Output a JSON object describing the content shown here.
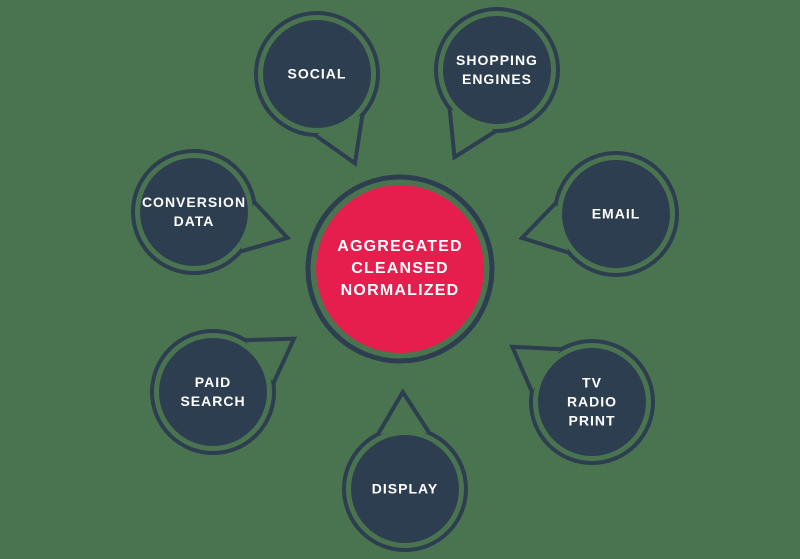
{
  "diagram": {
    "title": "marketing-channel-data-aggregation",
    "colors": {
      "background": "#4A7450",
      "node_fill": "#2D3E50",
      "node_outline": "#2D3E50",
      "center_fill": "#E51E4D",
      "label_text": "#FFFFFF"
    },
    "center": {
      "id": "aggregated-cleansed-normalized",
      "label": "AGGREGATED\nCLEANSED\nNORMALIZED"
    },
    "bubbles": [
      {
        "id": "social",
        "label": "SOCIAL"
      },
      {
        "id": "shopping-engines",
        "label": "SHOPPING\nENGINES"
      },
      {
        "id": "email",
        "label": "EMAIL"
      },
      {
        "id": "conversion-data",
        "label": "CONVERSION\nDATA"
      },
      {
        "id": "paid-search",
        "label": "PAID\nSEARCH"
      },
      {
        "id": "tv-radio-print",
        "label": "TV\nRADIO\nPRINT"
      },
      {
        "id": "display",
        "label": "DISPLAY"
      }
    ]
  }
}
